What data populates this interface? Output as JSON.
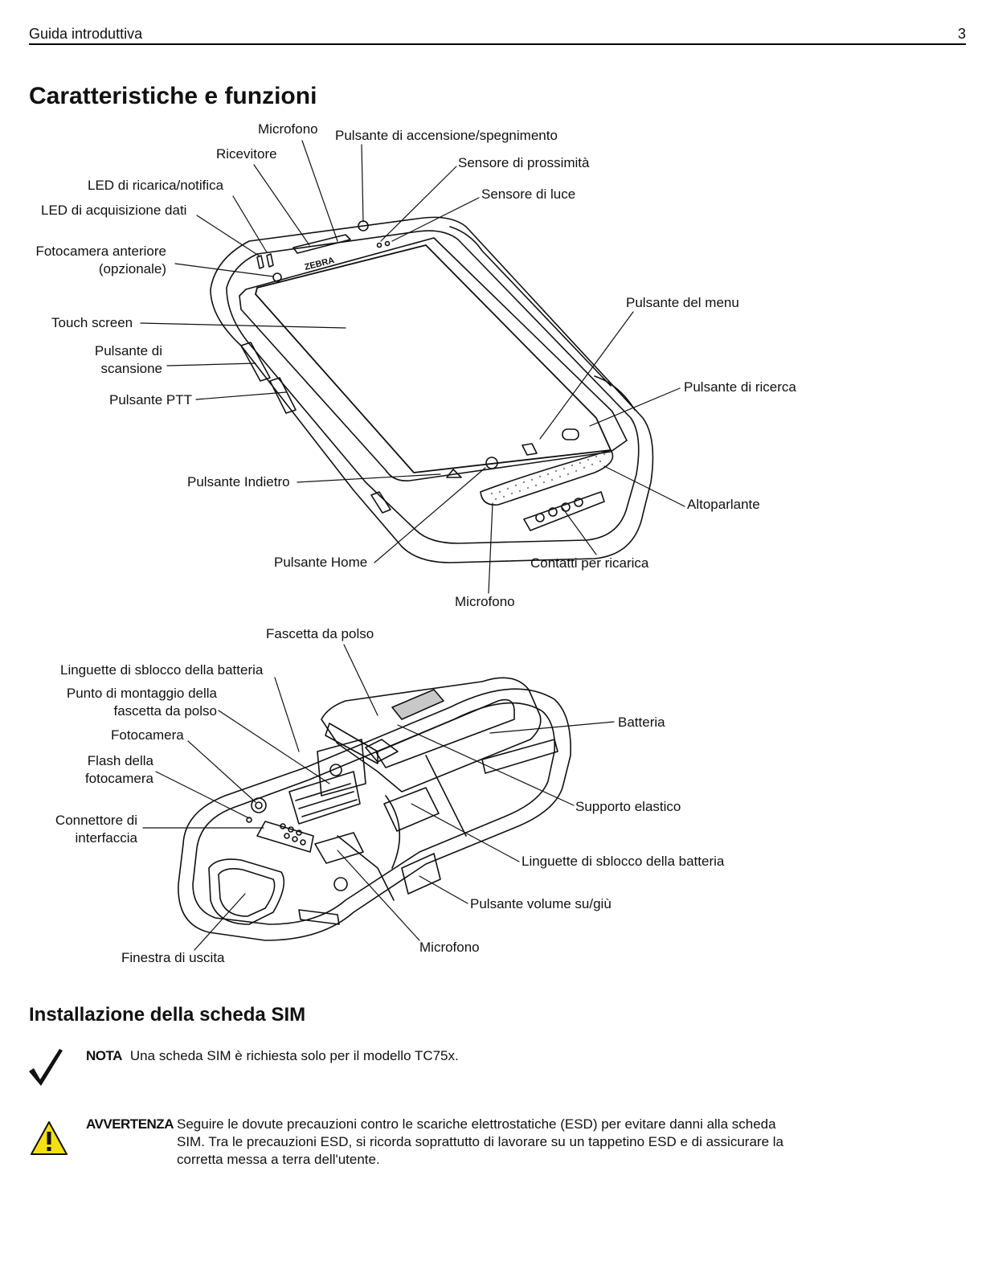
{
  "header": {
    "section": "Guida introduttiva",
    "page_number": "3"
  },
  "titles": {
    "features": "Caratteristiche e funzioni",
    "sim": "Installazione della scheda SIM"
  },
  "front_labels": {
    "microfono_top": "Microfono",
    "power": "Pulsante di accensione/spegnimento",
    "ricevitore": "Ricevitore",
    "proximity": "Sensore di prossimità",
    "led_charge": "LED di ricarica/notifica",
    "light": "Sensore di luce",
    "led_data": "LED di acquisizione dati",
    "front_cam_1": "Fotocamera anteriore",
    "front_cam_2": "(opzionale)",
    "touch": "Touch screen",
    "menu": "Pulsante del menu",
    "scan_1": "Pulsante di",
    "scan_2": "scansione",
    "ptt": "Pulsante PTT",
    "search": "Pulsante di ricerca",
    "back": "Pulsante Indietro",
    "speaker": "Altoparlante",
    "home": "Pulsante Home",
    "charge_contacts": "Contatti per ricarica",
    "microfono_bottom": "Microfono"
  },
  "back_labels": {
    "strap": "Fascetta da polso",
    "battery_latch_left": "Linguette di sblocco della batteria",
    "mount_1": "Punto di montaggio della",
    "mount_2": "fascetta da polso",
    "battery": "Batteria",
    "camera": "Fotocamera",
    "flash_1": "Flash della",
    "flash_2": "fotocamera",
    "elastic": "Supporto elastico",
    "interface_1": "Connettore di",
    "interface_2": "interfaccia",
    "battery_latch_right": "Linguette di sblocco della batteria",
    "volume": "Pulsante volume su/giù",
    "microfono": "Microfono",
    "exit_window": "Finestra di uscita"
  },
  "notes": {
    "note_label": "NOTA",
    "note_text": "Una scheda SIM è richiesta solo per il modello TC75x.",
    "warning_label": "AVVERTENZA",
    "warning_text": "Seguire le dovute precauzioni contro le scariche elettrostatiche (ESD) per evitare danni alla scheda SIM. Tra le precauzioni ESD, si ricorda soprattutto di lavorare su un tappetino ESD e di assicurare la corretta messa a terra dell'utente."
  },
  "brand": {
    "logo_text": "ZEBRA"
  },
  "colors": {
    "warning_yellow": "#f4e10f",
    "line": "#111111"
  }
}
